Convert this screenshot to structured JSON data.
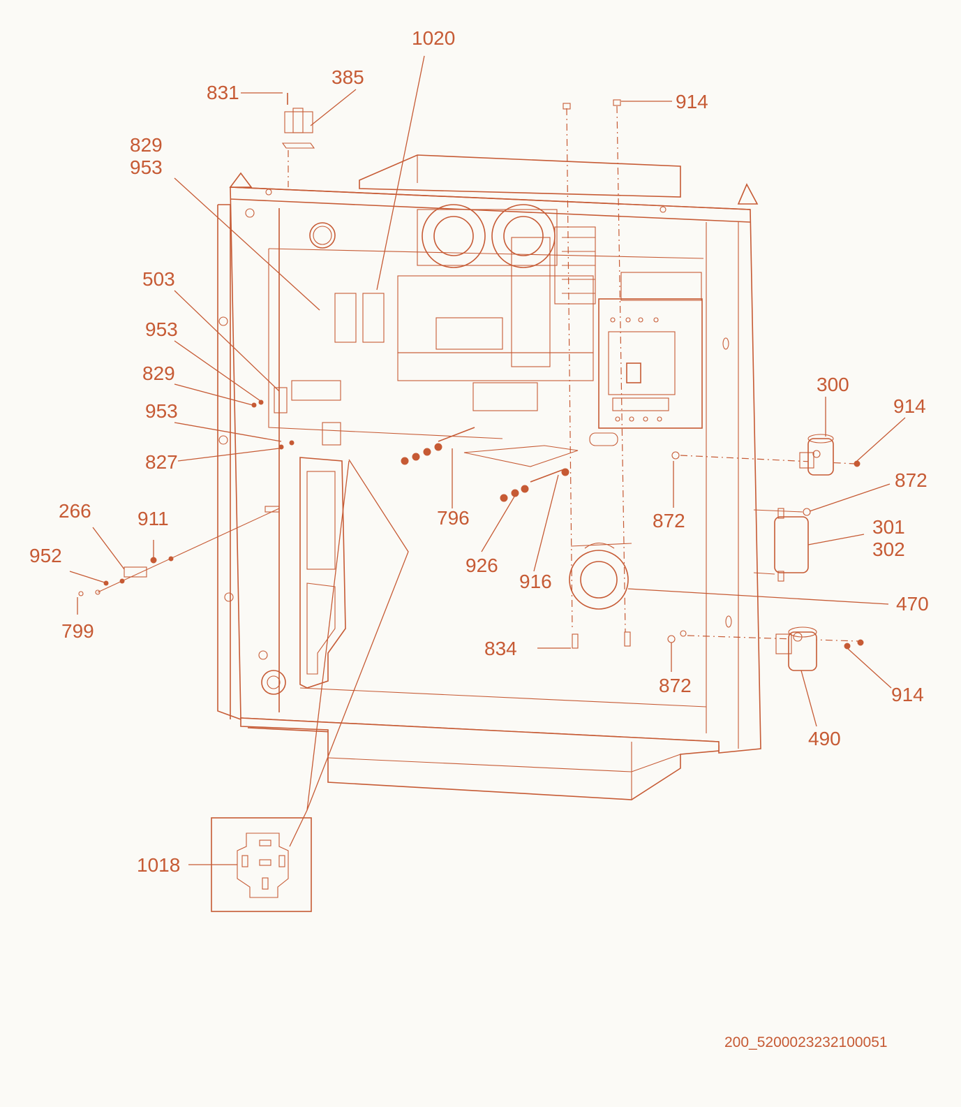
{
  "callouts": {
    "c1020": "1020",
    "c385": "385",
    "c831": "831",
    "c914_top": "914",
    "c829_top": "829",
    "c953_top": "953",
    "c503": "503",
    "c953_a": "953",
    "c829_b": "829",
    "c953_b": "953",
    "c827": "827",
    "c266": "266",
    "c911": "911",
    "c952": "952",
    "c799": "799",
    "c796": "796",
    "c926": "926",
    "c916": "916",
    "c872_a": "872",
    "c300": "300",
    "c914_r": "914",
    "c872_b": "872",
    "c301": "301",
    "c302": "302",
    "c470": "470",
    "c834": "834",
    "c872_c": "872",
    "c914_b": "914",
    "c490": "490",
    "c1018": "1018"
  },
  "footer": {
    "code": "200_5200023232100051"
  },
  "colors": {
    "line": "#c65a34",
    "background": "#fbfaf6"
  }
}
